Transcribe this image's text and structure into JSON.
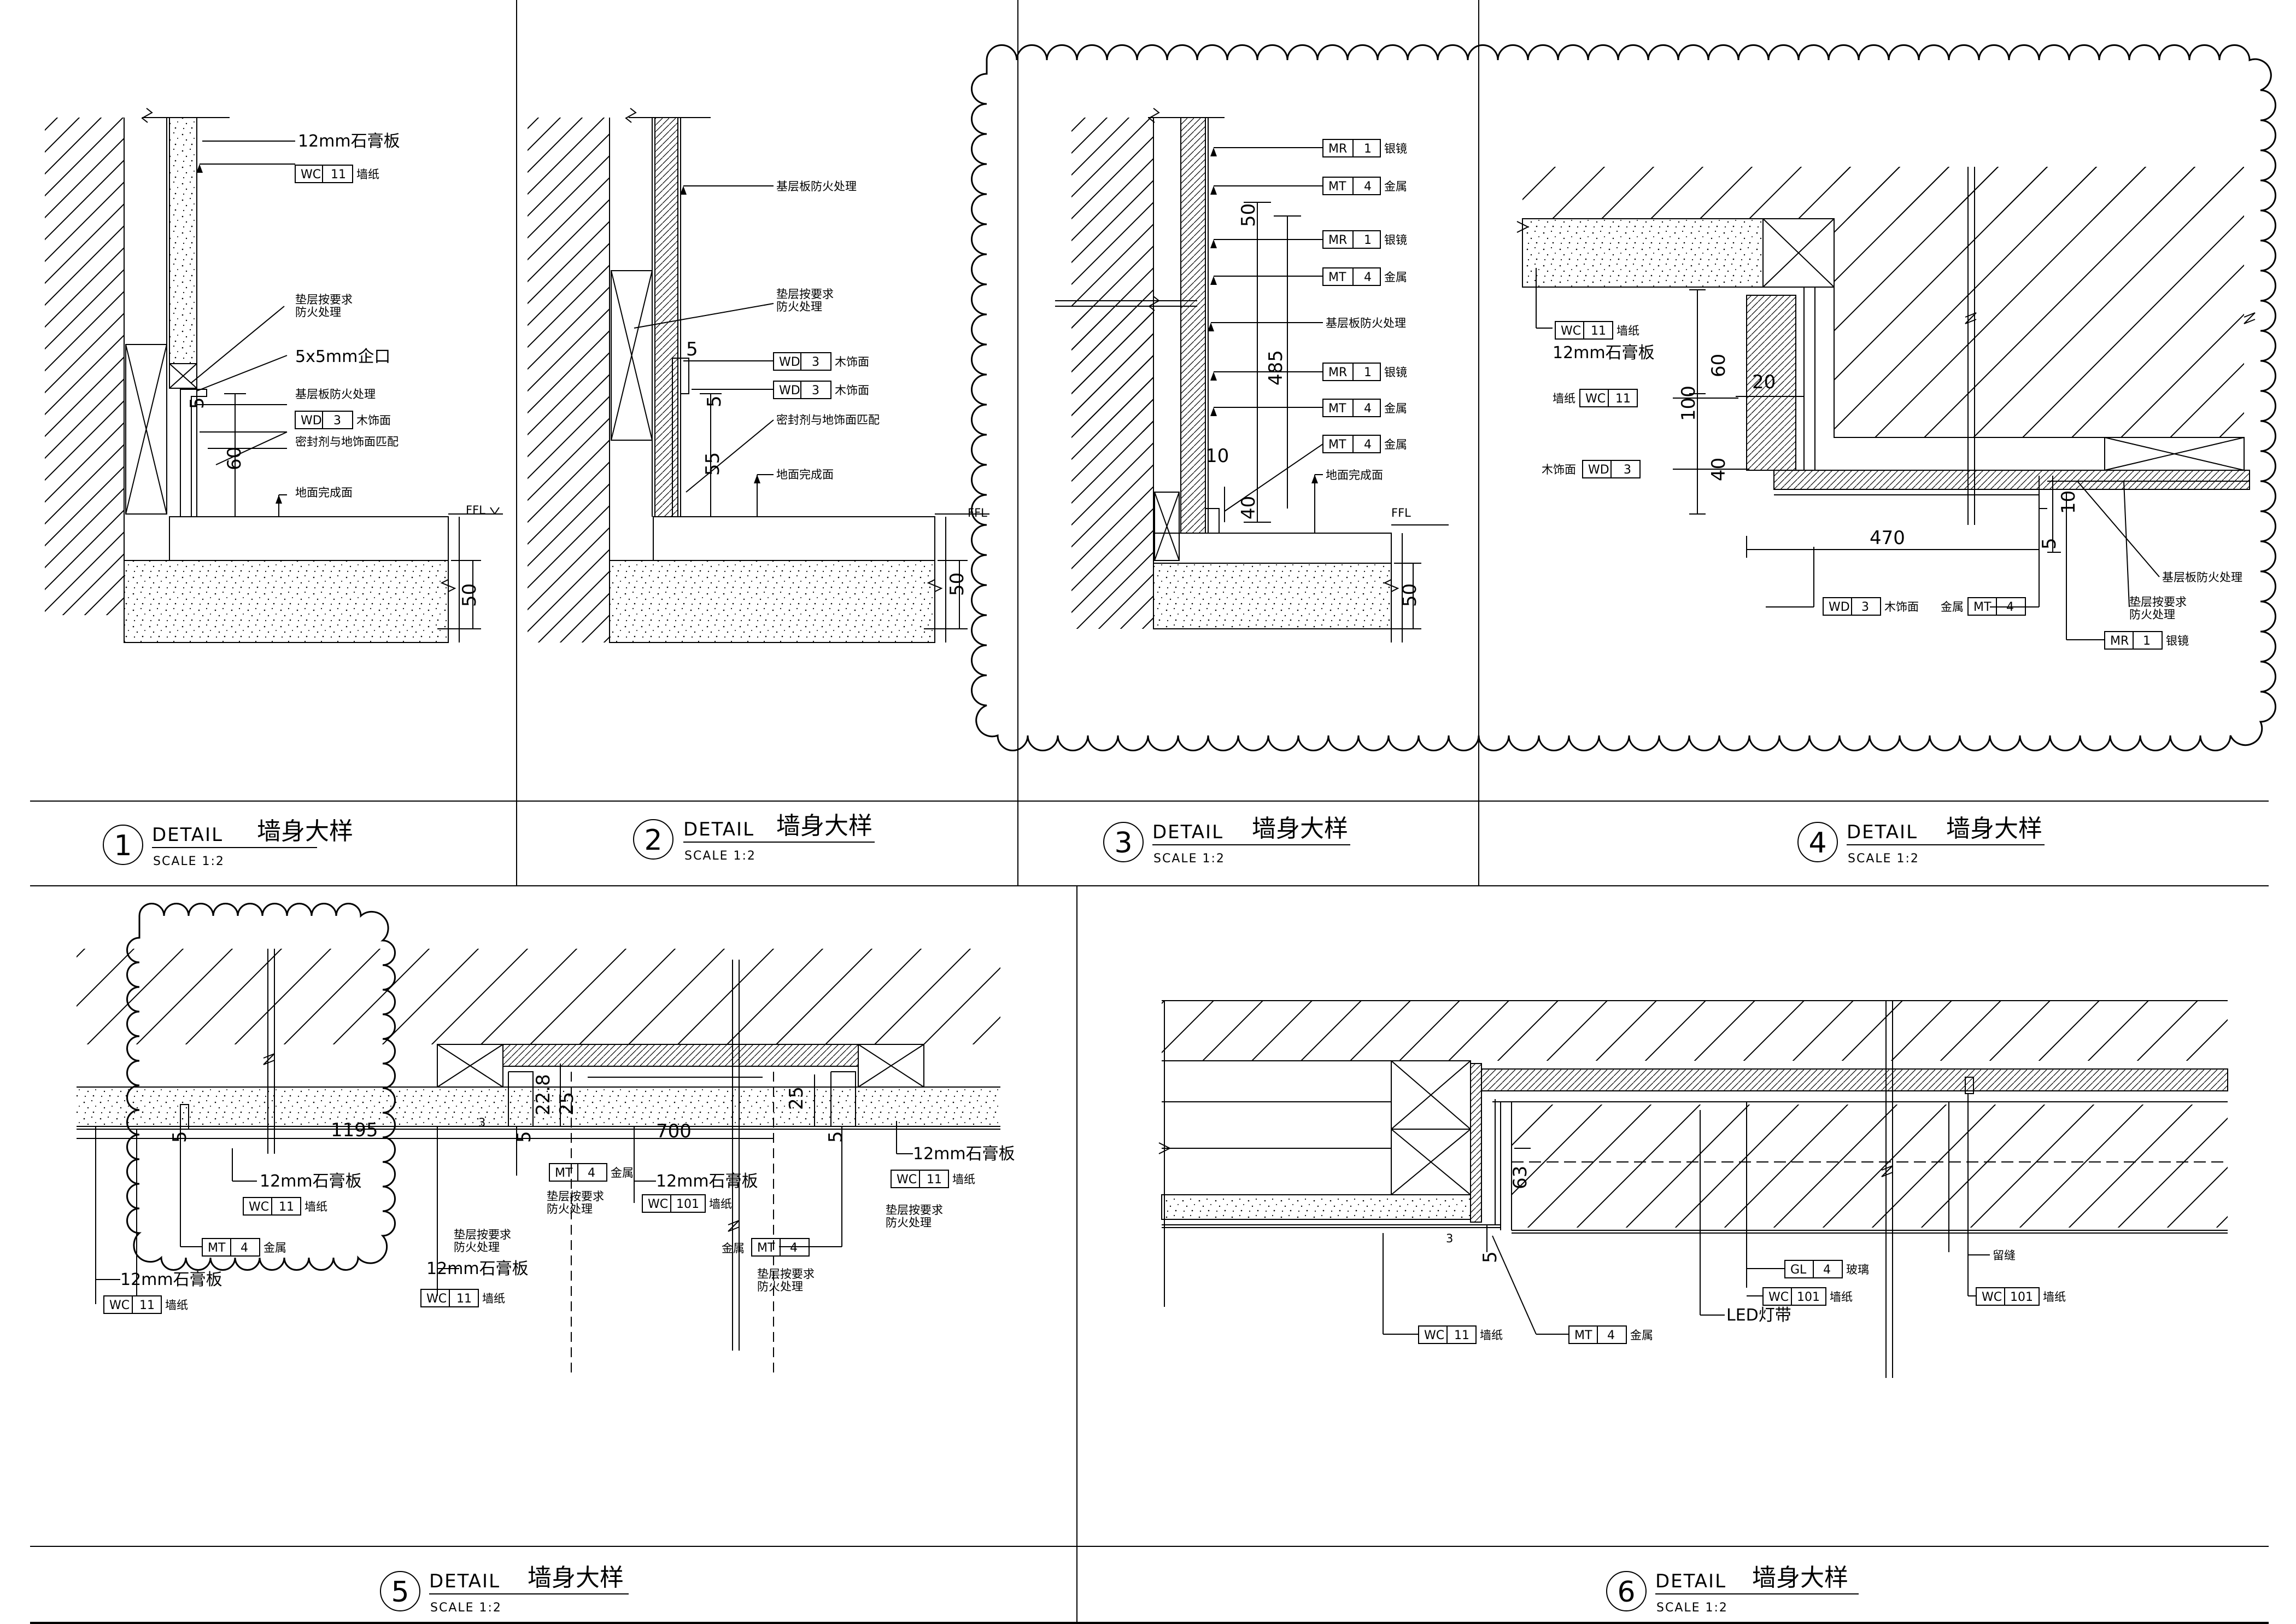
{
  "sheet": {
    "details": [
      {
        "number": "1",
        "detail": "DETAIL",
        "title": "墙身大样",
        "scale": "SCALE  1:2"
      },
      {
        "number": "2",
        "detail": "DETAIL",
        "title": "墙身大样",
        "scale": "SCALE  1:2"
      },
      {
        "number": "3",
        "detail": "DETAIL",
        "title": "墙身大样",
        "scale": "SCALE  1:2"
      },
      {
        "number": "4",
        "detail": "DETAIL",
        "title": "墙身大样",
        "scale": "SCALE  1:2"
      },
      {
        "number": "5",
        "detail": "DETAIL",
        "title": "墙身大样",
        "scale": "SCALE  1:2"
      },
      {
        "number": "6",
        "detail": "DETAIL",
        "title": "墙身大样",
        "scale": "SCALE  1:2"
      }
    ]
  },
  "d1": {
    "spec_gypsum": "12mm石膏板",
    "tag_wc": {
      "code": "WC",
      "num": "11",
      "label": "墙纸"
    },
    "note_fire": [
      "垫层按要求",
      "防火处理"
    ],
    "spec_groove": "5x5mm企口",
    "note_base": "基层板防火处理",
    "tag_wd": {
      "code": "WD",
      "num": "3",
      "label": "木饰面"
    },
    "note_sealant": "密封剂与地饰面匹配",
    "note_floor": "地面完成面",
    "dim_5": "5",
    "dim_60": "60",
    "dim_50": "50",
    "ffl": "FFL"
  },
  "d2": {
    "note_base": "基层板防火处理",
    "note_fire": [
      "垫层按要求",
      "防火处理"
    ],
    "dim_5": "5",
    "tag_wd1": {
      "code": "WD",
      "num": "3",
      "label": "木饰面"
    },
    "tag_wd2": {
      "code": "WD",
      "num": "3",
      "label": "木饰面"
    },
    "note_sealant": "密封剂与地饰面匹配",
    "dim_5b": "5",
    "dim_55": "55",
    "note_floor": "地面完成面",
    "dim_50": "50",
    "ffl": "FFL"
  },
  "d3": {
    "tags": [
      {
        "code": "MR",
        "num": "1",
        "label": "银镜"
      },
      {
        "code": "MT",
        "num": "4",
        "label": "金属"
      },
      {
        "code": "MR",
        "num": "1",
        "label": "银镜"
      },
      {
        "code": "MT",
        "num": "4",
        "label": "金属"
      },
      {
        "code": "MR",
        "num": "1",
        "label": "银镜"
      },
      {
        "code": "MT",
        "num": "4",
        "label": "金属"
      },
      {
        "code": "MT",
        "num": "4",
        "label": "金属"
      }
    ],
    "note_base": "基层板防火处理",
    "note_floor": "地面完成面",
    "dim_50a": "50",
    "dim_485": "485",
    "dim_10": "10",
    "dim_40": "40",
    "dim_50": "50",
    "ffl": "FFL"
  },
  "d4": {
    "tag_wc": {
      "code": "WC",
      "num": "11",
      "label": "墙纸"
    },
    "spec_gypsum": "12mm石膏板",
    "label_wallpaper": "墙纸",
    "tag_wc_short": {
      "code": "WC",
      "num": "11"
    },
    "label_wood": "木饰面",
    "tag_wd_short": {
      "code": "WD",
      "num": "3"
    },
    "dim_60": "60",
    "dim_100": "100",
    "dim_20": "20",
    "dim_40": "40",
    "dim_470": "470",
    "dim_10": "10",
    "dim_5": "5",
    "tag_wd": {
      "code": "WD",
      "num": "3",
      "label": "木饰面"
    },
    "label_metal": "金属",
    "tag_mt_short": {
      "code": "MT",
      "num": "4"
    },
    "note_base": "基层板防火处理",
    "note_fire": [
      "垫层按要求",
      "防火处理"
    ],
    "tag_mr": {
      "code": "MR",
      "num": "1",
      "label": "银镜"
    }
  },
  "d5": {
    "dim_1195": "1195",
    "dim_700": "700",
    "dim_22_8": "22.8",
    "dim_25a": "25",
    "dim_25b": "25",
    "dim_3": "3",
    "dim_5a": "5",
    "dim_5b": "5",
    "dim_5c": "5",
    "spec_gypsum_a": "12mm石膏板",
    "tag_wc_a": {
      "code": "WC",
      "num": "11",
      "label": "墙纸"
    },
    "tag_mt_a": {
      "code": "MT",
      "num": "4",
      "label": "金属"
    },
    "spec_gypsum_b": "12mm石膏板",
    "tag_wc_b": {
      "code": "WC",
      "num": "11",
      "label": "墙纸"
    },
    "note_fire_a": [
      "垫层按要求",
      "防火处理"
    ],
    "spec_gypsum_c": "12mm石膏板",
    "tag_wc_c": {
      "code": "WC",
      "num": "11",
      "label": "墙纸"
    },
    "tag_mt_b": {
      "code": "MT",
      "num": "4",
      "label": "金属"
    },
    "note_fire_b": [
      "垫层按要求",
      "防火处理"
    ],
    "spec_gypsum_d": "12mm石膏板",
    "tag_wc_d": {
      "code": "WC",
      "num": "101",
      "label": "墙纸"
    },
    "label_metal": "金属",
    "tag_mt_c": {
      "code": "MT",
      "num": "4"
    },
    "note_fire_c": [
      "垫层按要求",
      "防火处理"
    ],
    "spec_gypsum_e": "12mm石膏板",
    "tag_wc_e": {
      "code": "WC",
      "num": "11",
      "label": "墙纸"
    },
    "note_fire_d": [
      "垫层按要求",
      "防火处理"
    ]
  },
  "d6": {
    "dim_63": "63",
    "dim_3": "3",
    "dim_5": "5",
    "tag_gl": {
      "code": "GL",
      "num": "4",
      "label": "玻璃"
    },
    "tag_wc_101a": {
      "code": "WC",
      "num": "101",
      "label": "墙纸"
    },
    "spec_led": "LED灯带",
    "note_gap": "留缝",
    "tag_wc_101b": {
      "code": "WC",
      "num": "101",
      "label": "墙纸"
    },
    "tag_wc_11": {
      "code": "WC",
      "num": "11",
      "label": "墙纸"
    },
    "tag_mt": {
      "code": "MT",
      "num": "4",
      "label": "金属"
    }
  }
}
